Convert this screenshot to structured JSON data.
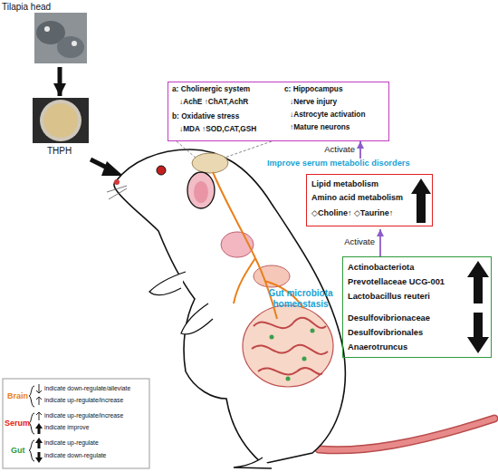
{
  "diagram": {
    "nodes": [
      {
        "text": [
          "Tilapia head"
        ]
      },
      {
        "text": [
          "THPH"
        ]
      },
      {
        "text": [
          "a: Cholinergic system",
          "↓AchE ↑ChAT,AchR",
          "b: Oxidative stress",
          "↓MDA ↑SOD,CAT,GSH",
          "c: Hippocampus",
          "↓Nerve injury",
          "↓Astrocyte activation",
          "↑Mature neurons"
        ]
      },
      {
        "text": [
          "Improve serum metabolic disorders",
          "Lipid metabolism",
          "Amino acid metabolism",
          "◇Choline↑ ◇Taurine↑"
        ]
      },
      {
        "text": [
          "Actinobacteriota",
          "Prevotellaceae UCG-001",
          "Lactobacillus reuteri",
          "Desulfovibrionaceae",
          "Desulfovibrionales",
          "Anaerotruncus"
        ]
      }
    ],
    "edges": [
      {
        "from": 0,
        "to": 1,
        "arrow": "to"
      },
      {
        "from": 4,
        "to": 3,
        "label": "Activate",
        "arrow": "to"
      },
      {
        "from": 3,
        "to": 2,
        "label": "Activate",
        "arrow": "to"
      }
    ],
    "labels": [
      "Gut microbiota homeostasis",
      "Brain",
      "Serum",
      "Gut"
    ],
    "legend": [
      {
        "text": "indicate down-regulate/alleviate"
      },
      {
        "text": "indicate up-regulate/increase"
      },
      {
        "text": "indicate up-regulate/increase"
      },
      {
        "text": "indicate improve"
      },
      {
        "text": "indicate up-regulate"
      },
      {
        "text": "indicate down-regulate"
      }
    ]
  }
}
